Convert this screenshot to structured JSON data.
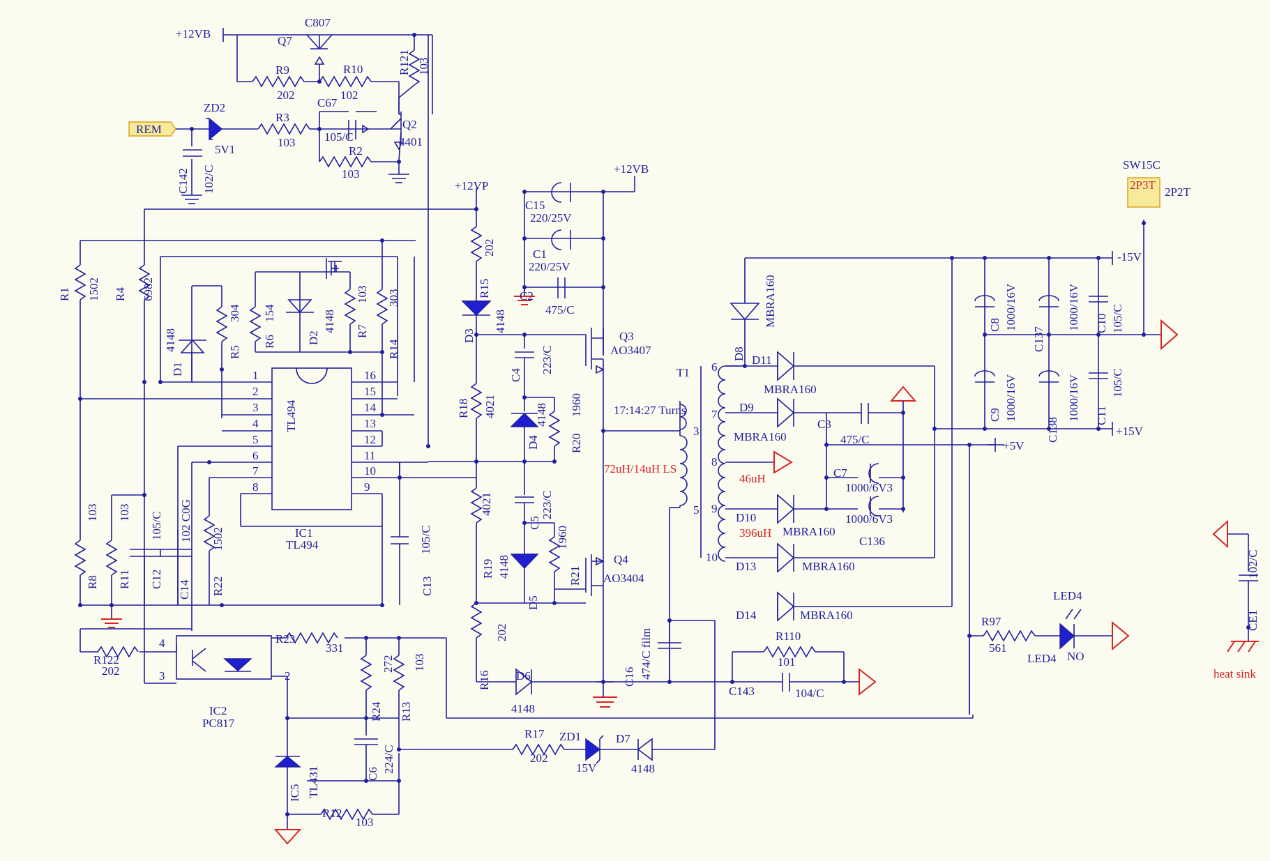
{
  "port_rem": "REM",
  "net_12vb": "+12VB",
  "net_12vb_2": "+12VB",
  "net_12vp": "+12VP",
  "net_m15v": "-15V",
  "net_p15v": "+15V",
  "net_p5v": "+5V",
  "switch": {
    "ref": "SW15C",
    "pos": "2P3T",
    "alt": "2P2T"
  },
  "turns": "17:14:27 Turns",
  "ls": "72uH/14uH LS",
  "l46": "46uH",
  "l396": "396uH",
  "heat_sink": "heat sink",
  "ic1": {
    "ref": "IC1",
    "part": "TL494",
    "name": "TL494"
  },
  "ic2": {
    "ref": "IC2",
    "part": "PC817"
  },
  "ic5": {
    "ref": "IC5",
    "part": "TL431"
  },
  "t1": "T1",
  "led": {
    "ref": "LED4",
    "ref2": "LED4",
    "value": "NO"
  },
  "components": {
    "c807": "C807",
    "q7": "Q7",
    "r9": "R9",
    "r9v": "202",
    "r10": "R10",
    "r10v": "102",
    "r121": "R121",
    "r121v": "103",
    "c67": "C67",
    "c67v": "105/C",
    "q2": "Q2",
    "q2v": "4401",
    "r2": "R2",
    "r2v": "103",
    "zd2": "ZD2",
    "zd2v": "5V1",
    "r3": "R3",
    "r3v": "103",
    "c142": "C142",
    "c142v": "102/C",
    "r1": "R1",
    "r1v": "1502",
    "r4": "R4",
    "r4v": "6982",
    "d1": "D1",
    "d1v": "4148",
    "r5": "R5",
    "r5v": "304",
    "r6": "R6",
    "r6v": "154",
    "d2": "D2",
    "d2v": "4148",
    "r7": "R7",
    "r7v": "103",
    "r14": "R14",
    "r14v": "303",
    "r8": "R8",
    "r8v": "103",
    "r11": "R11",
    "r11v": "103",
    "c12": "C12",
    "c12v": "105/C",
    "c14": "C14",
    "c14v": "102 C0G",
    "r22": "R22",
    "r22v": "1502",
    "c13": "C13",
    "c13v": "105/C",
    "r122": "R122",
    "r122v": "202",
    "r23": "R23",
    "r23v": "331",
    "r24": "R24",
    "r24v": "272",
    "r13": "R13",
    "r13v": "103",
    "c6": "C6",
    "c6v": "224/C",
    "r12": "R12",
    "r12v": "103",
    "r15": "R15",
    "r15v": "202",
    "d3": "D3",
    "d3v": "4148",
    "c4": "C4",
    "c4v": "223/C",
    "r18": "R18",
    "r18v": "4021",
    "d4": "D4",
    "d4v": "4148",
    "r20": "R20",
    "r20v": "1960",
    "r19": "R19",
    "r19v": "4021",
    "c5": "C5",
    "c5v": "223/C",
    "d5": "D5",
    "d5v": "4148",
    "r21": "R21",
    "r21v": "1960",
    "r16": "R16",
    "r16v": "202",
    "d6": "D6",
    "d6v": "4148",
    "r17": "R17",
    "r17v": "202",
    "zd1": "ZD1",
    "zd1v": "15V",
    "d7": "D7",
    "d7v": "4148",
    "c15": "C15",
    "c15v": "220/25V",
    "c1": "C1",
    "c1v": "220/25V",
    "c2": "C2",
    "c2v": "475/C",
    "q3": "Q3",
    "q3v": "AO3407",
    "q4": "Q4",
    "q4v": "AO3404",
    "c16": "C16",
    "c16v": "474/C film",
    "r110": "R110",
    "r110v": "101",
    "c143": "C143",
    "c143v": "104/C",
    "d8": "D8",
    "d8v": "MBRA160",
    "d11": "D11",
    "d11v": "MBRA160",
    "d9": "D9",
    "d9v": "MBRA160",
    "c3": "C3",
    "c3v": "475/C",
    "c7": "C7",
    "c7v": "1000/6V3",
    "c136": "C136",
    "c136v": "1000/6V3",
    "d10": "D10",
    "d10v": "MBRA160",
    "d13": "D13",
    "d13v": "MBRA160",
    "d14": "D14",
    "d14v": "MBRA160",
    "c8": "C8",
    "c8v": "1000/16V",
    "c137": "C137",
    "c137v": "1000/16V",
    "c10": "C10",
    "c10v": "105/C",
    "c9": "C9",
    "c9v": "1000/16V",
    "c138": "C138",
    "c138v": "1000/16V",
    "c11": "C11",
    "c11v": "105/C",
    "r97": "R97",
    "r97v": "561",
    "ce1": "CE1",
    "c_hs": "102/C"
  },
  "pins_ic1_left": [
    "1",
    "2",
    "3",
    "4",
    "5",
    "6",
    "7",
    "8"
  ],
  "pins_ic1_right": [
    "16",
    "15",
    "14",
    "13",
    "12",
    "11",
    "10",
    "9"
  ],
  "pins_ic2": [
    "4",
    "3",
    "2"
  ],
  "pins_t1_left": [
    "3",
    "5"
  ],
  "pins_t1_right": [
    "6",
    "7",
    "8",
    "9",
    "10"
  ]
}
